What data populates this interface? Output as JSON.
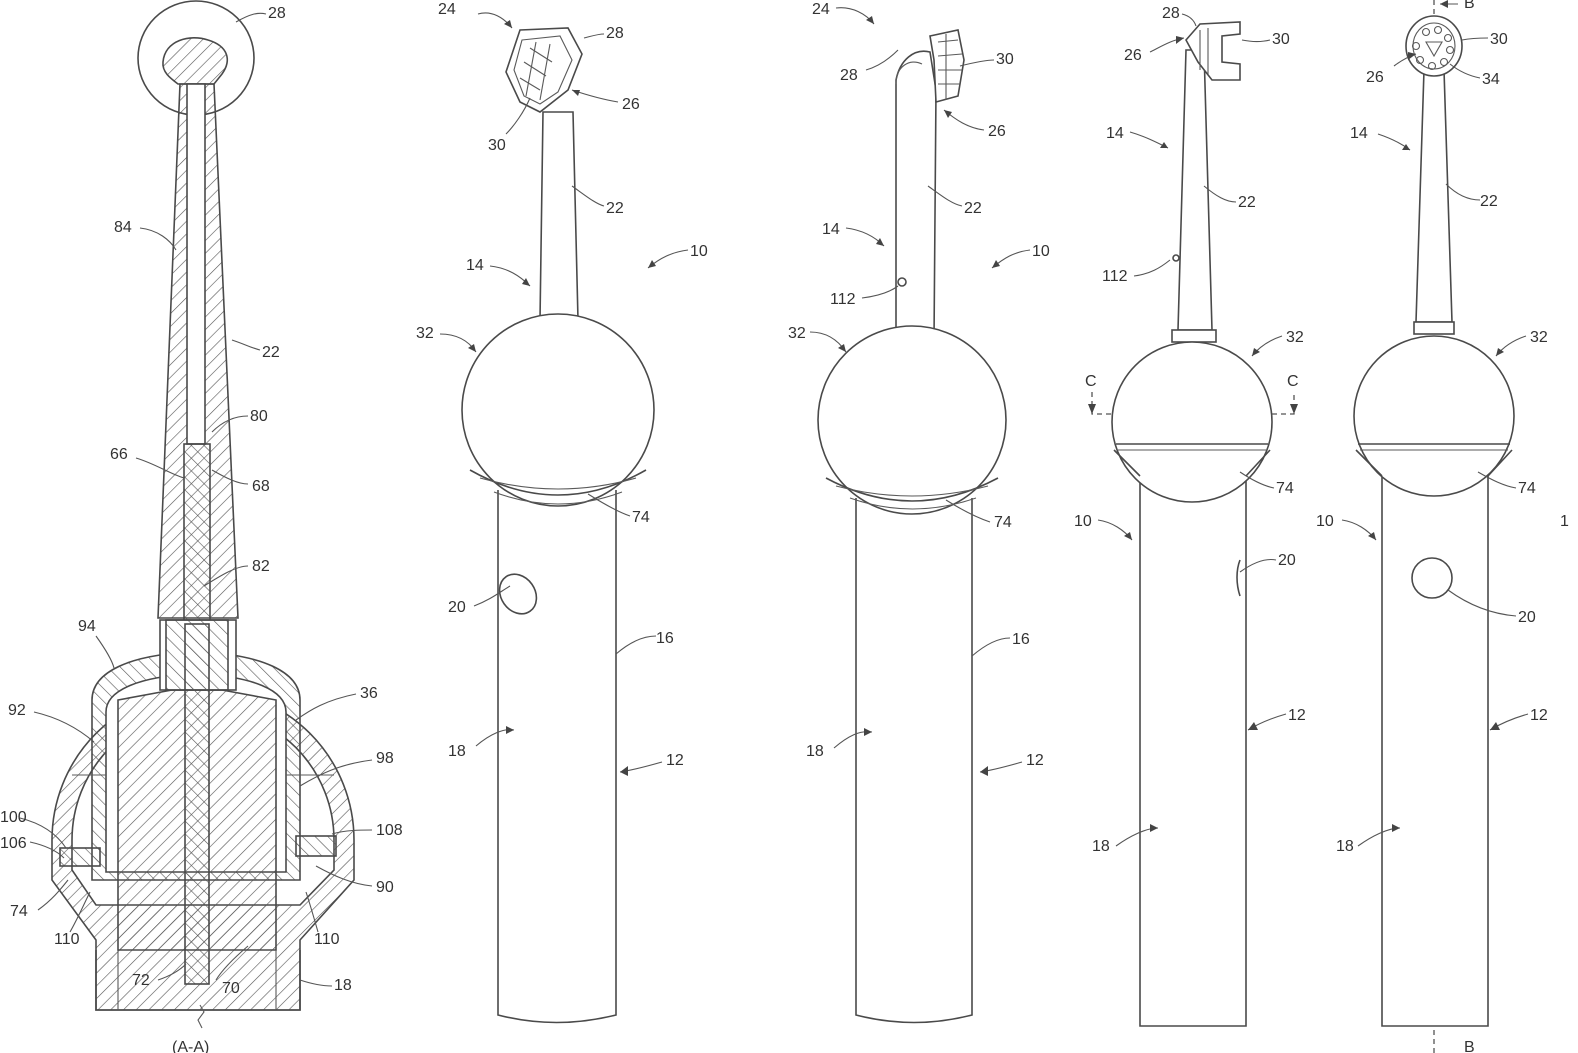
{
  "colors": {
    "line": "#4a4a4a",
    "text": "#333333",
    "background": "#ffffff"
  },
  "section": {
    "caption": "(A-A)",
    "labels": {
      "l28": "28",
      "l84": "84",
      "l22": "22",
      "l80": "80",
      "l66": "66",
      "l68": "68",
      "l82": "82",
      "l94": "94",
      "l36": "36",
      "l92": "92",
      "l98": "98",
      "l100": "100",
      "l108": "108",
      "l106": "106",
      "l90": "90",
      "l74": "74",
      "l110a": "110",
      "l110b": "110",
      "l72": "72",
      "l70": "70",
      "l18": "18"
    }
  },
  "view2": {
    "labels": {
      "l24": "24",
      "l28": "28",
      "l26": "26",
      "l30": "30",
      "l22": "22",
      "l10": "10",
      "l14": "14",
      "l32": "32",
      "l74": "74",
      "l20": "20",
      "l16": "16",
      "l18": "18",
      "l12": "12"
    }
  },
  "view3": {
    "labels": {
      "l24": "24",
      "l30": "30",
      "l28": "28",
      "l26": "26",
      "l22": "22",
      "l14": "14",
      "l10": "10",
      "l112": "112",
      "l32": "32",
      "l74": "74",
      "l16": "16",
      "l18": "18",
      "l12": "12"
    }
  },
  "view4": {
    "labels": {
      "l28": "28",
      "l30": "30",
      "l26": "26",
      "l14": "14",
      "l22": "22",
      "l112": "112",
      "l32": "32",
      "lC1": "C",
      "lC2": "C",
      "l74": "74",
      "l10": "10",
      "l20": "20",
      "l12": "12",
      "l18": "18"
    }
  },
  "view5": {
    "labels": {
      "lB1": "B",
      "l30": "30",
      "l26": "26",
      "l34": "34",
      "l14": "14",
      "l22": "22",
      "l32": "32",
      "l74": "74",
      "l10": "10",
      "l1": "1",
      "l20": "20",
      "l12": "12",
      "l18": "18",
      "lB2": "B"
    }
  }
}
